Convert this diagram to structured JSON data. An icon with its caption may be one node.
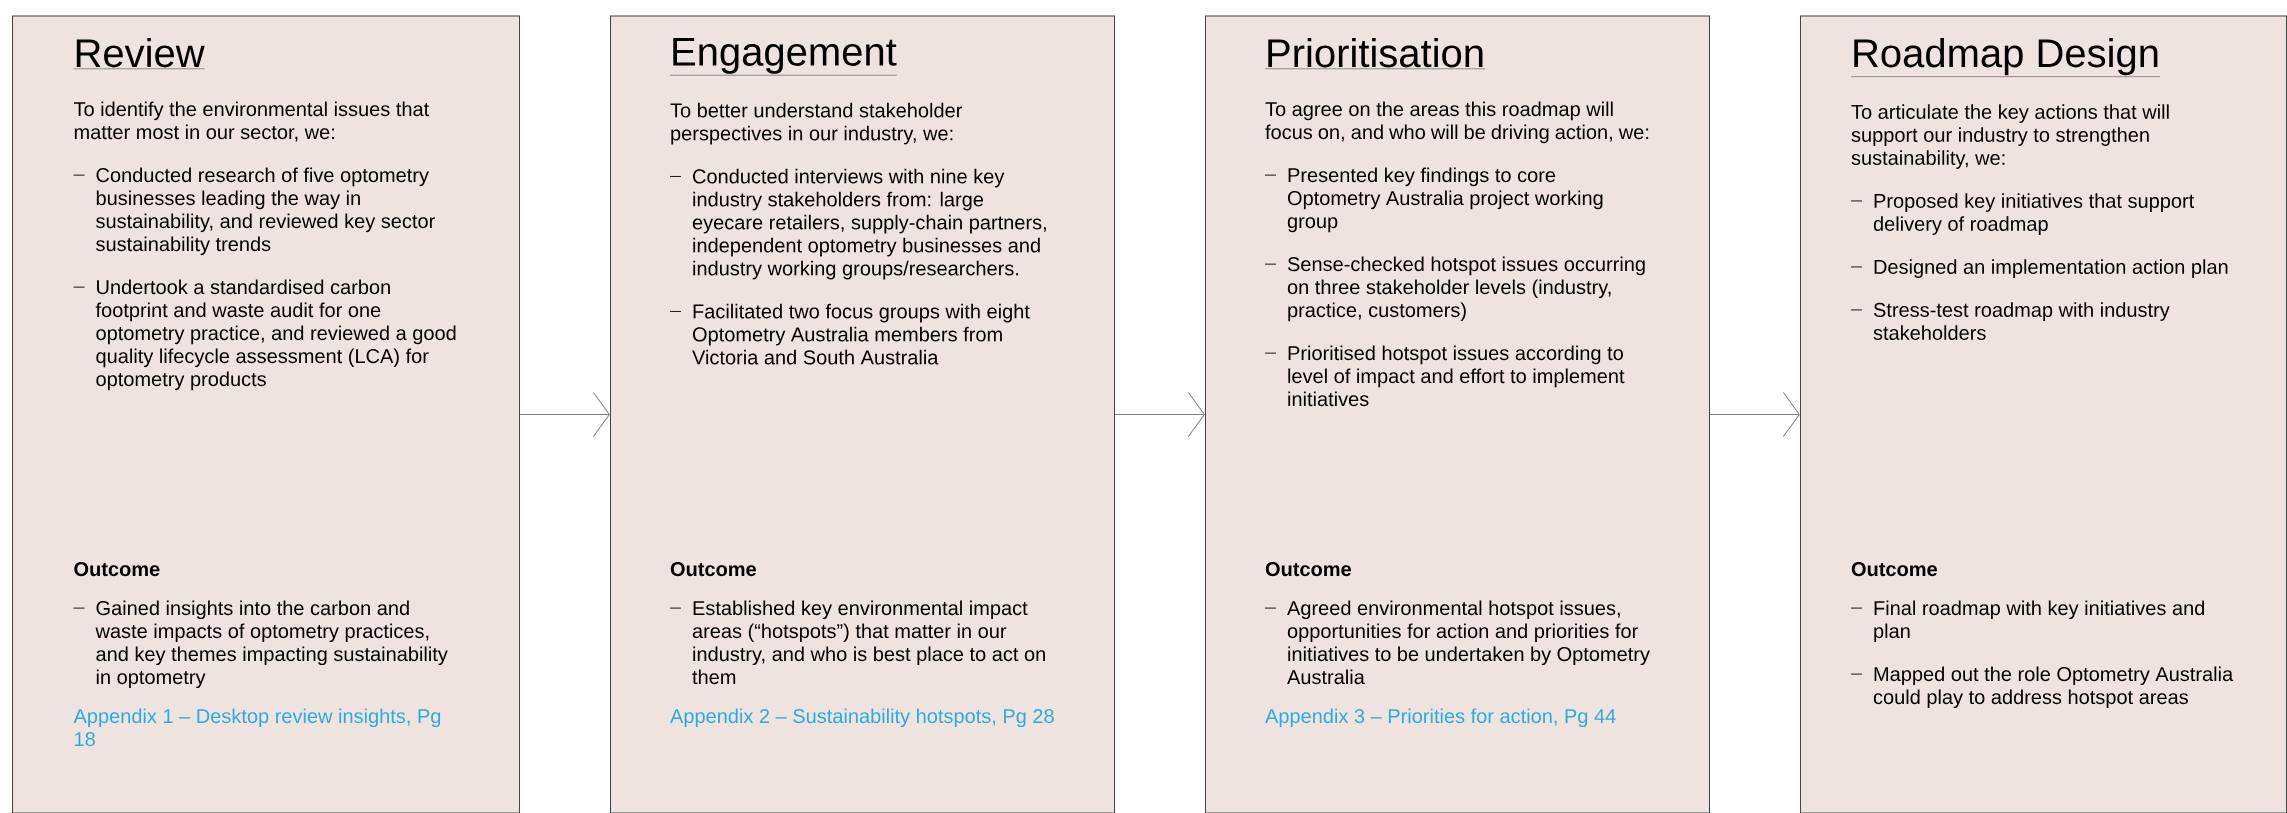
{
  "diagram": {
    "nodes": [
      {
        "text": [
          "Review",
          "To identify the environmental issues that matter most in our sector, we:",
          "Conducted research of five optometry businesses leading the way in sustainability, and reviewed key sector sustainability trends",
          "Undertook a standardised carbon footprint and waste audit for one optometry practice, and reviewed a good quality lifecycle assessment (LCA) for optometry products",
          "Outcome",
          "Gained insights into the carbon and waste impacts of optometry practices, and key themes impacting sustainability in optometry",
          "Appendix 1 – Desktop review insights, Pg 18"
        ]
      },
      {
        "text": [
          "Engagement",
          "To better understand stakeholder perspectives in our industry, we:",
          "Conducted interviews with nine key industry stakeholders from: large eyecare retailers, supply-chain partners, independent optometry businesses and industry working groups/researchers.",
          "Facilitated two focus groups with eight Optometry Australia members from Victoria and South Australia",
          "Outcome",
          "Established key environmental impact areas (“hotspots”) that matter in our industry, and who is best place to act on them",
          "Appendix 2 – Sustainability hotspots, Pg 28"
        ]
      },
      {
        "text": [
          "Prioritisation",
          "To agree on the areas this roadmap will focus on, and who will be driving action, we:",
          "Presented key findings to core Optometry Australia project working group",
          "Sense-checked hotspot issues occurring on three stakeholder levels (industry, practice, customers)",
          "Prioritised hotspot issues according to level of impact and effort to implement initiatives",
          "Outcome",
          "Agreed environmental hotspot issues, opportunities for action and priorities for initiatives to be undertaken by Optometry Australia",
          "Appendix 3 – Priorities for action, Pg 44"
        ]
      },
      {
        "text": [
          "Roadmap Design",
          "To articulate the key actions that will support our industry to strengthen sustainability, we:",
          "Proposed key initiatives that support delivery of roadmap",
          "Designed an implementation action plan",
          "Stress-test roadmap with industry stakeholders",
          "Outcome",
          "Final roadmap with key initiatives and plan",
          "Mapped out the role Optometry Australia could play to address hotspot areas"
        ]
      }
    ],
    "edges": [
      {
        "from": 0,
        "to": 1,
        "arrow": "to"
      },
      {
        "from": 1,
        "to": 2,
        "arrow": "to"
      },
      {
        "from": 2,
        "to": 3,
        "arrow": "to"
      }
    ]
  }
}
